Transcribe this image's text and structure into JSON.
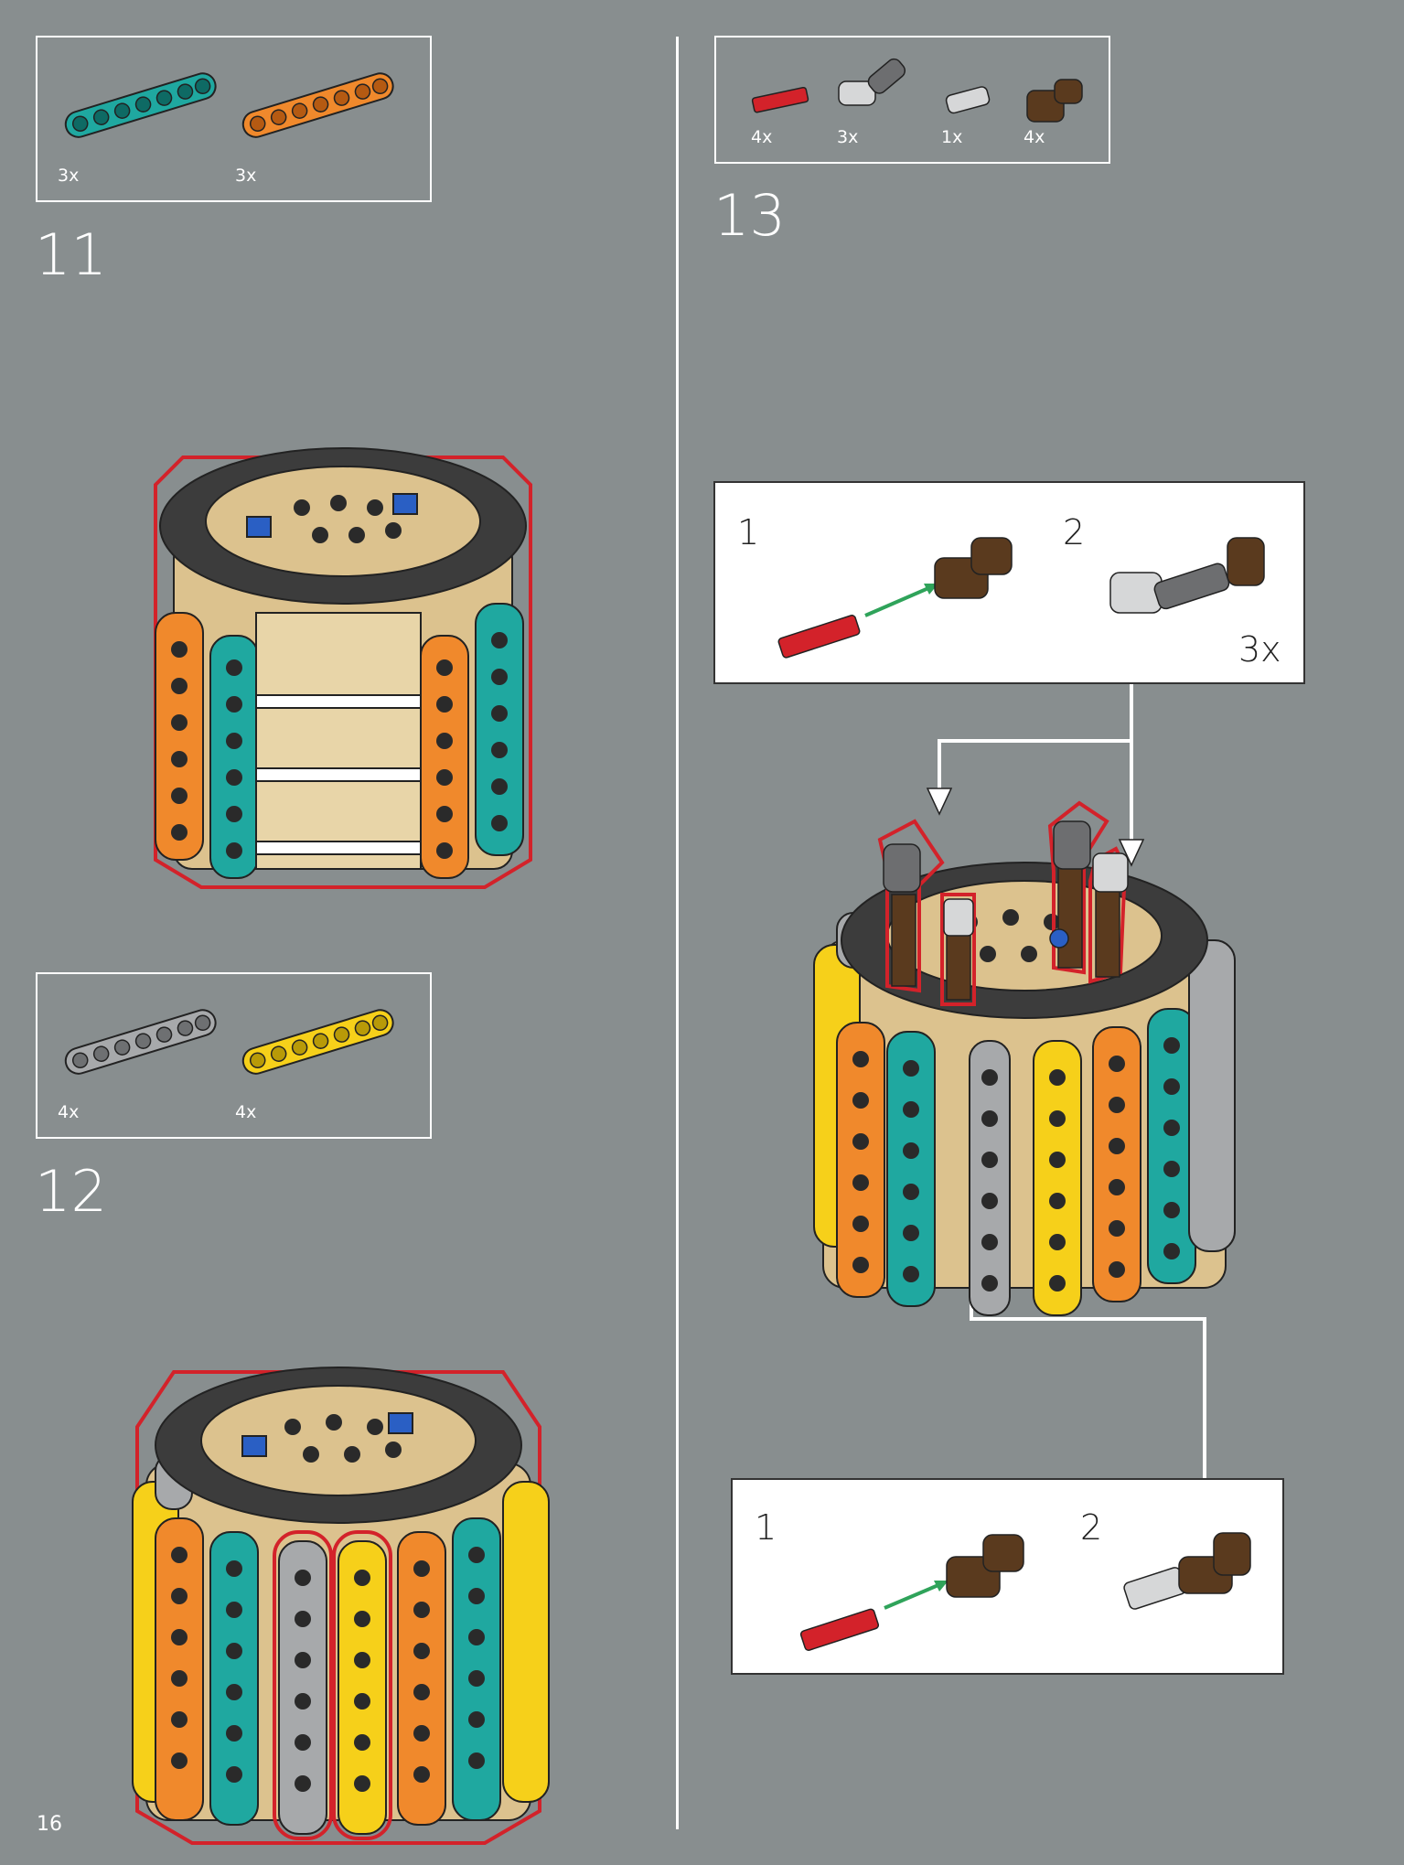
{
  "page": {
    "number": "16"
  },
  "steps": [
    {
      "number": "11",
      "parts": [
        {
          "qty": "3x",
          "color": "#1fa8a0",
          "name": "teal-beam"
        },
        {
          "qty": "3x",
          "color": "#f0892c",
          "name": "orange-beam"
        }
      ]
    },
    {
      "number": "12",
      "parts": [
        {
          "qty": "4x",
          "color": "#a7a9ab",
          "name": "grey-beam"
        },
        {
          "qty": "4x",
          "color": "#f6d01a",
          "name": "yellow-beam"
        }
      ]
    },
    {
      "number": "13",
      "parts": [
        {
          "qty": "4x",
          "color": "#d3222a",
          "name": "red-axle-pin"
        },
        {
          "qty": "3x",
          "color": "#6d6e70",
          "name": "angle-connector"
        },
        {
          "qty": "1x",
          "color": "#a7a9ab",
          "name": "axle-connector"
        },
        {
          "qty": "4x",
          "color": "#5a3a1e",
          "name": "brown-elbow"
        }
      ],
      "subassemblies": [
        {
          "step1": "1",
          "step2": "2",
          "multiplier": "3x"
        },
        {
          "step1": "1",
          "step2": "2",
          "multiplier": ""
        }
      ]
    }
  ],
  "colors": {
    "background": "#888e8f",
    "teal": "#1fa8a0",
    "orange": "#f0892c",
    "yellow": "#f6d01a",
    "grey": "#a7a9ab",
    "red": "#d3222a",
    "brown": "#5a3a1e",
    "tan": "#dcc28e",
    "dark": "#3c3c3c"
  }
}
